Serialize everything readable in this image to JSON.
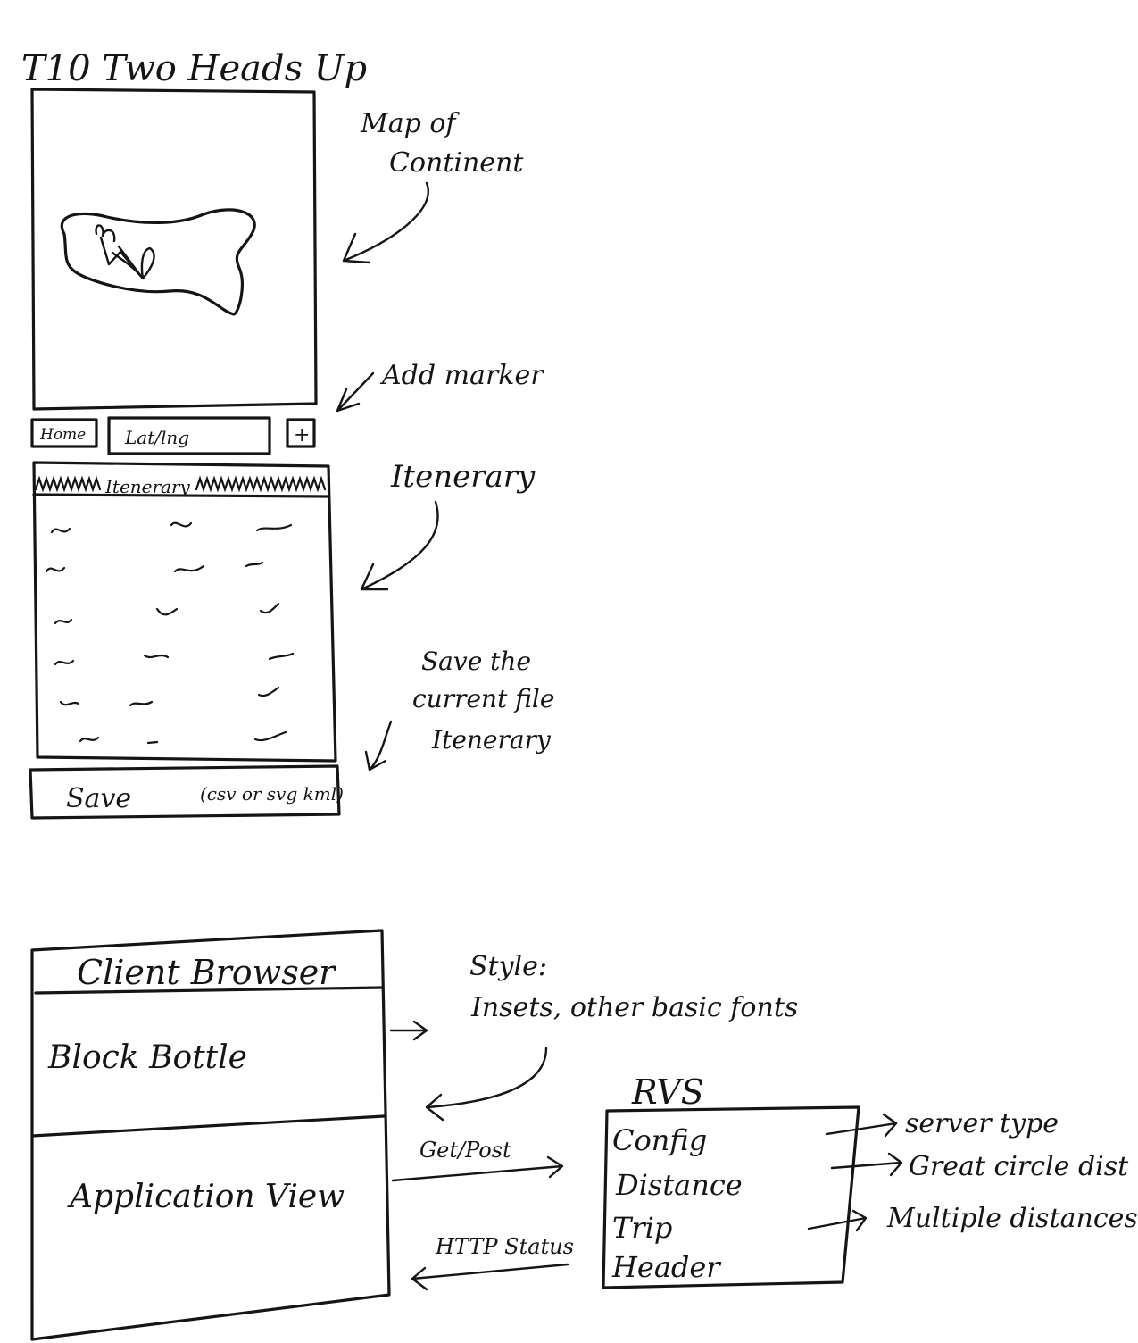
{
  "title": "T10 Two Heads Up",
  "wireframe": {
    "map_note": [
      "Map of",
      "Continent"
    ],
    "add_marker_note": "Add marker",
    "toolbar": {
      "home_label": "Home",
      "latlng_placeholder": "Lat/lng",
      "add_label": "+"
    },
    "itinerary_header": "Itenerary",
    "itinerary_note": "Itenerary",
    "save_note": [
      "Save the",
      "current file",
      "Itenerary"
    ],
    "save_label": "Save",
    "save_formats": "(csv or svg kml)"
  },
  "architecture": {
    "client_header": "Client Browser",
    "client_sections": [
      "Block Bottle",
      "Application View"
    ],
    "style_note": [
      "Style:",
      "Insets, other basic fonts"
    ],
    "get_post_label": "Get/Post",
    "http_status_label": "HTTP Status",
    "rvs_title": "RVS",
    "rvs_items": [
      "Config",
      "Distance",
      "Trip",
      "Header"
    ],
    "rvs_outputs": [
      "server type",
      "Great circle dist",
      "Multiple distances"
    ]
  }
}
